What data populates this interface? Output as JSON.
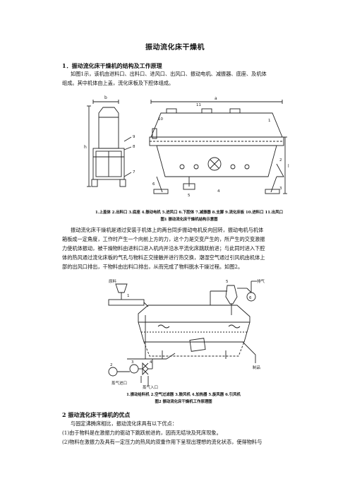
{
  "title": "振动流化床干燥机",
  "section1": {
    "heading": "1．振动流化床干燥机的结构及工作原理",
    "para1_l1": "如图1示，该机由进料口、出料口、进风口、出风口、振动电机、减振器、底座、及机体",
    "para1_l2": "组成。其中机体由上盖，流化床板及下腔体组成。",
    "fig1_caption_l1": "1.上盖体 2.出料口 3.底座 4.振动电机 5.进风口 6.下腔体 7.减振器 8.支脚 9.流化床板 10.进料口 11.出风口",
    "fig1_caption_l2": "图1  振动流化床干燥机结构示意图",
    "fig1_labels": {
      "b": "b",
      "h": "h",
      "a": "a",
      "l": "l",
      "n1": "1",
      "n2": "2",
      "n3": "3",
      "n4": "4",
      "n5": "5",
      "n6": "6",
      "n7": "7",
      "n8": "8",
      "n9": "9",
      "n10": "10",
      "n11": "11"
    },
    "para2_l1": "振动流化床干燥机是通过安装于机体上的两台同步振动电机反向回转，振动电机与机体",
    "para2_l2": "箱板成一定角度，工作时产生一个向前上方的力，这个力是交变产生的，所产生的交变激振",
    "para2_l3": "力使机体振动，被干燥物料由进料口进入机内并沿水平流化床跳跃前进；与此同时进入下腔",
    "para2_l4": "体的热风通过流化床板的气孔与物料正交接触并进行热交换，潮湿空气通过引风机由机体上",
    "para2_l5": "部的出风口排出，干物料由出料口排出，从而完成了物料脱水干燥过程。如图2。",
    "fig2_labels": {
      "feed": "原料",
      "exhaust": "排气",
      "product": "制品",
      "steam_in": "蒸气进口",
      "steam_out": "蒸气入口",
      "n1": "1",
      "n2": "2",
      "n3": "3",
      "n4": "4",
      "n5": "5",
      "n6": "6"
    },
    "fig2_caption_l1": "1.振动给料机 2.空气过滤器 3.鼓风机 4.加热器 5.旋风器 6.引风机",
    "fig2_caption_l2": "图2  振动流化床干燥机工作原理图"
  },
  "section2": {
    "heading": "2 振动流化床干燥机的优点",
    "intro": "与固定沸腾床相比，振动流化床具有以下优点：",
    "item1": "(1)由于物料是在激振力的驱动下跳跃前进的，因而无结块及死床现象。",
    "item2": "(2)物料在激振力及具有一定压力的热风的双重作用下呈现出理想的流化状态，使得物料与"
  }
}
